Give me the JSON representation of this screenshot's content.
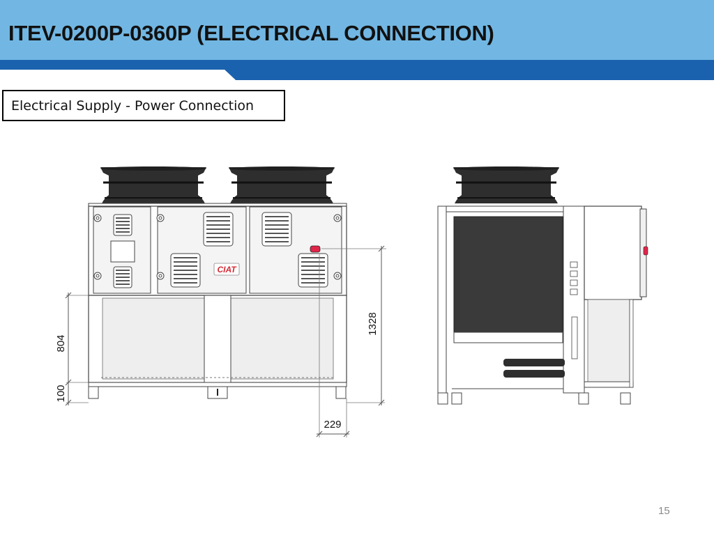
{
  "slide": {
    "title": "ITEV-0200P-0360P (ELECTRICAL CONNECTION)",
    "subtitle": "Electrical Supply - Power Connection",
    "page_number": "15"
  },
  "drawing": {
    "brand_logo": "CIAT",
    "dimensions": {
      "height_upper": "804",
      "height_feet": "100",
      "height_connection": "1328",
      "offset_connection": "229"
    }
  },
  "colors": {
    "header_light_blue": "#6fb6e4",
    "header_dark_blue": "#1b60ad",
    "connection_marker": "#e0254a",
    "logo_red": "#d32b35"
  },
  "icons": [
    "fan-icon",
    "ventilation-grille-icon",
    "power-connection-icon"
  ]
}
